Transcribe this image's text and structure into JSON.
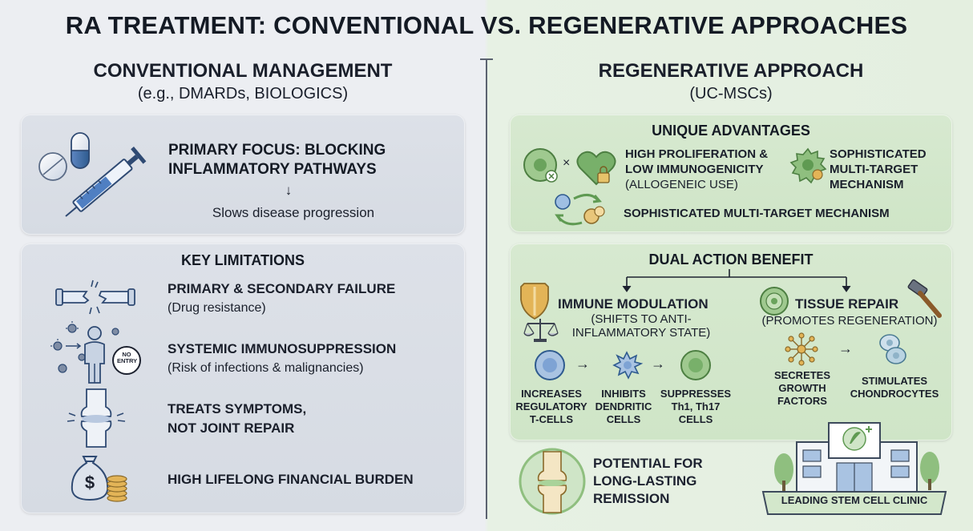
{
  "title": "RA TREATMENT: CONVENTIONAL VS. REGENERATIVE APPROACHES",
  "left": {
    "heading": "CONVENTIONAL MANAGEMENT",
    "subheading": "(e.g., DMARDs, BIOLOGICS)",
    "focus": {
      "line1": "PRIMARY FOCUS: BLOCKING",
      "line2": "INFLAMMATORY PATHWAYS",
      "arrow": "↓",
      "result": "Slows disease progression"
    },
    "limitations": {
      "heading": "KEY LIMITATIONS",
      "items": [
        {
          "title": "PRIMARY & SECONDARY FAILURE",
          "detail": "(Drug resistance)",
          "icon": "broken-pipe-icon"
        },
        {
          "title": "SYSTEMIC IMMUNOSUPPRESSION",
          "detail": "(Risk of infections & malignancies)",
          "icon": "immunosuppressed-person-icon"
        },
        {
          "title": "TREATS SYMPTOMS,",
          "title2": "NOT JOINT REPAIR",
          "icon": "knee-joint-icon"
        },
        {
          "title": "HIGH LIFELONG FINANCIAL BURDEN",
          "icon": "money-bag-icon"
        }
      ],
      "no_entry_1": "NO",
      "no_entry_2": "ENTRY"
    }
  },
  "right": {
    "heading": "REGENERATIVE APPROACH",
    "subheading": "(UC-MSCs)",
    "advantages": {
      "heading": "UNIQUE ADVANTAGES",
      "times": "×",
      "item1_line1": "HIGH PROLIFERATION &",
      "item1_line2": "LOW IMMUNOGENICITY",
      "item1_line3": "(ALLOGENEIC USE)",
      "item2_line1": "SOPHISTICATED",
      "item2_line2": "MULTI-TARGET",
      "item2_line3": "MECHANISM",
      "item3": "SOPHISTICATED MULTI-TARGET MECHANISM"
    },
    "dual": {
      "heading": "DUAL ACTION BENEFIT",
      "immune_title": "IMMUNE MODULATION",
      "immune_sub1": "(SHIFTS TO ANTI-",
      "immune_sub2": "INFLAMMATORY STATE)",
      "tissue_title": "TISSUE REPAIR",
      "tissue_sub": "(PROMOTES REGENERATION)",
      "steps": [
        {
          "l1": "INCREASES",
          "l2": "REGULATORY",
          "l3": "T-CELLS"
        },
        {
          "l1": "INHIBITS",
          "l2": "DENDRITIC",
          "l3": "CELLS"
        },
        {
          "l1": "SUPPRESSES",
          "l2": "Th1, Th17",
          "l3": "CELLS"
        }
      ],
      "repair_steps": [
        {
          "l1": "SECRETES",
          "l2": "GROWTH",
          "l3": "FACTORS"
        },
        {
          "l1": "STIMULATES",
          "l2": "CHONDROCYTES"
        }
      ],
      "arrow": "→"
    },
    "remission": {
      "l1": "POTENTIAL FOR",
      "l2": "LONG-LASTING",
      "l3": "REMISSION"
    },
    "clinic_banner": "LEADING STEM CELL CLINIC"
  },
  "colors": {
    "left_bg": "#eceef2",
    "right_bg": "#e5f0e1",
    "grey_panel": "#d9dee6",
    "green_panel": "#d3e7cb",
    "accent_blue": "#2f5b8f",
    "accent_green": "#5f9a52"
  }
}
